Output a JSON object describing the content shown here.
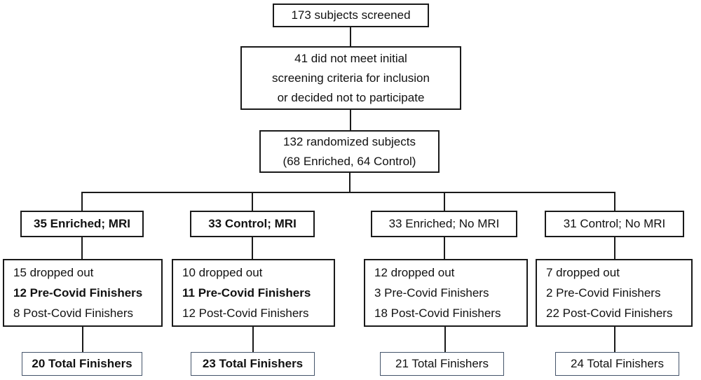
{
  "flow": {
    "screened": "173 subjects screened",
    "excluded_lines": [
      "41 did not meet initial",
      "screening criteria for inclusion",
      "or decided not to participate"
    ],
    "randomized_lines": [
      "132 randomized subjects",
      "(68 Enriched, 64 Control)"
    ],
    "branches": [
      {
        "header": "35 Enriched; MRI",
        "header_bold": true,
        "dropped": "15 dropped out",
        "pre_covid": "12 Pre-Covid Finishers",
        "pre_covid_bold": true,
        "post_covid": "8 Post-Covid Finishers",
        "total": "20 Total Finishers",
        "total_bold": true
      },
      {
        "header": "33 Control; MRI",
        "header_bold": true,
        "dropped": "10 dropped out",
        "pre_covid": "11 Pre-Covid Finishers",
        "pre_covid_bold": true,
        "post_covid": "12 Post-Covid Finishers",
        "total": "23 Total Finishers",
        "total_bold": true
      },
      {
        "header": "33 Enriched; No MRI",
        "header_bold": false,
        "dropped": "12 dropped out",
        "pre_covid": "3 Pre-Covid Finishers",
        "pre_covid_bold": false,
        "post_covid": "18 Post-Covid Finishers",
        "total": "21 Total Finishers",
        "total_bold": false
      },
      {
        "header": "31 Control; No MRI",
        "header_bold": false,
        "dropped": "7 dropped out",
        "pre_covid": "2 Pre-Covid Finishers",
        "pre_covid_bold": false,
        "post_covid": "22 Post-Covid Finishers",
        "total": "24 Total Finishers",
        "total_bold": false
      }
    ]
  },
  "colors": {
    "background": "#ffffff",
    "box_border": "#1a1a1a",
    "connector": "#1a1a1a",
    "text": "#111111",
    "total_box_border": "#44546a"
  }
}
